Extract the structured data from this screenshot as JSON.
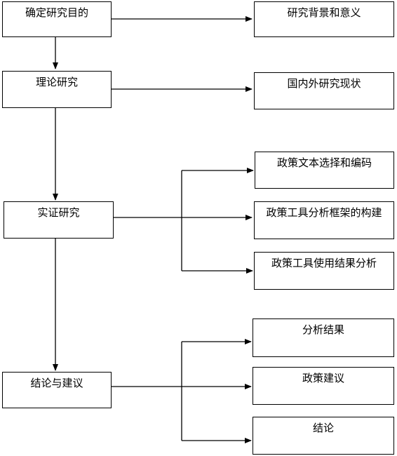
{
  "flowchart": {
    "main_steps": {
      "define_goal": "确定研究目的",
      "theory": "理论研究",
      "empirical": "实证研究",
      "conclusion": "结论与建议"
    },
    "outputs": {
      "background": "研究背景和意义",
      "status": "国内外研究现状",
      "policy_text": "政策文本选择和编码",
      "framework": "政策工具分析框架的构建",
      "usage_analysis": "政策工具使用结果分析",
      "results": "分析结果",
      "suggestions": "政策建议",
      "conclusion": "结论"
    }
  }
}
